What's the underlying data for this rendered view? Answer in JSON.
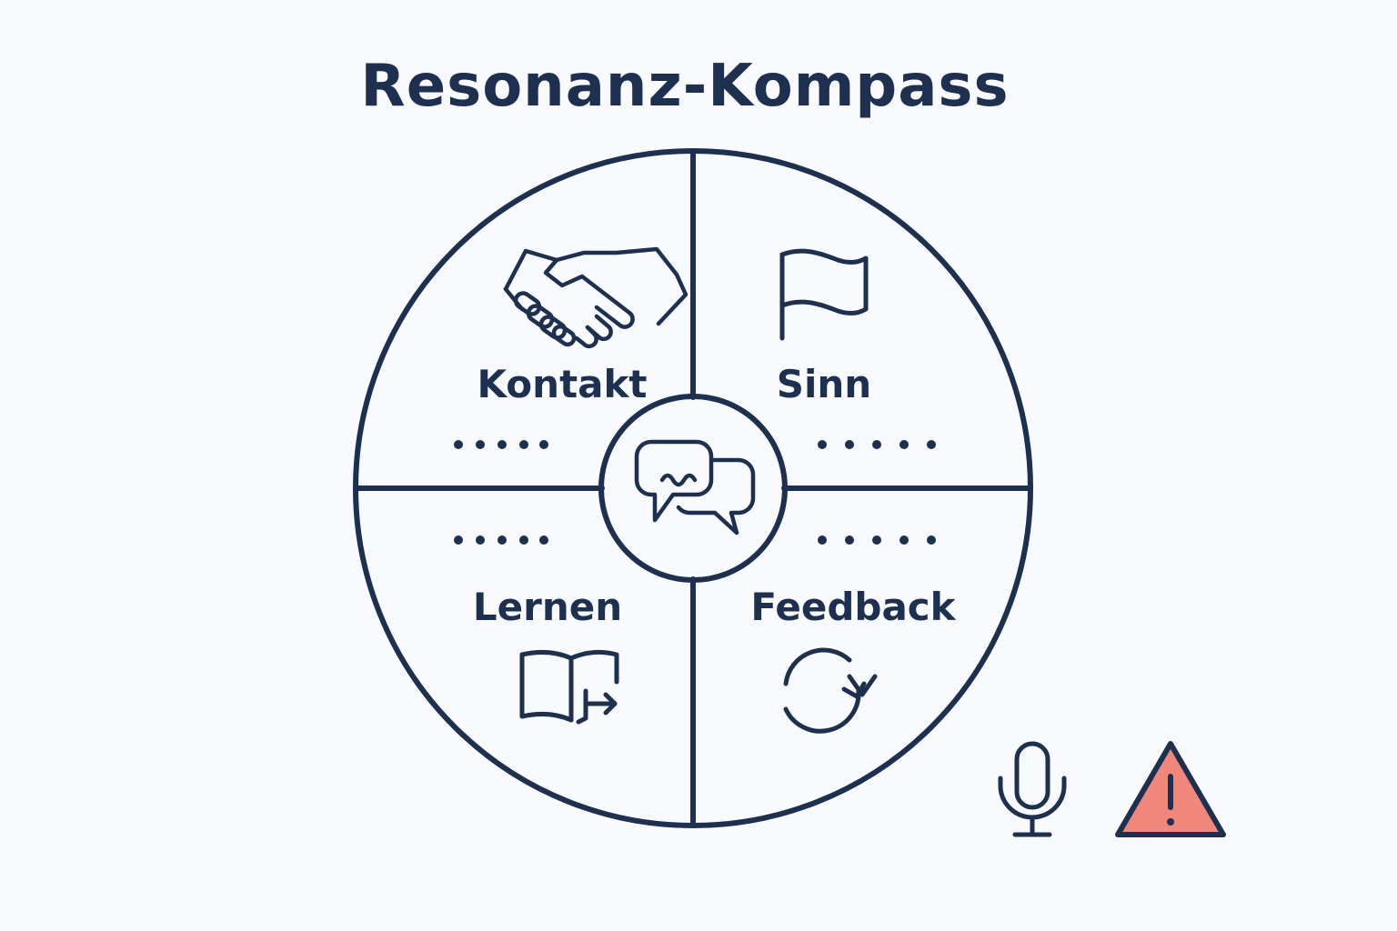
{
  "title": "Resonanz-Kompass",
  "colors": {
    "ink": "#1e3050",
    "background": "#f8fafd",
    "warning_fill": "#f0877a"
  },
  "center": {
    "icon": "chat-bubbles-icon"
  },
  "quadrants": [
    {
      "label": "Kontakt",
      "icon": "handshake-icon",
      "position": "top-left"
    },
    {
      "label": "Sinn",
      "icon": "flag-icon",
      "position": "top-right"
    },
    {
      "label": "Lernen",
      "icon": "book-arrow-icon",
      "position": "bottom-left"
    },
    {
      "label": "Feedback",
      "icon": "refresh-cycle-icon",
      "position": "bottom-right"
    }
  ],
  "corner_icons": [
    "microphone-icon",
    "warning-icon"
  ]
}
